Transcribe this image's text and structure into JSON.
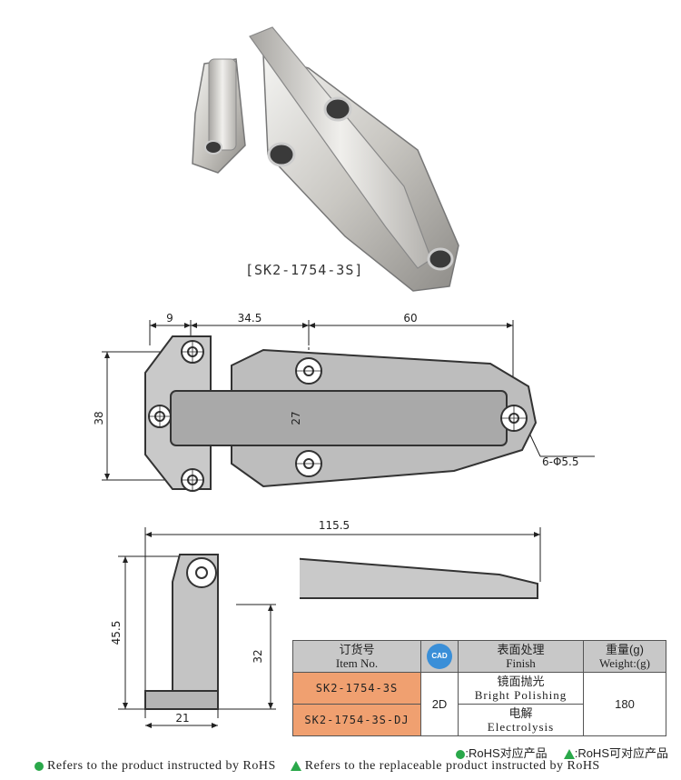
{
  "product_code": "[SK2-1754-3S]",
  "dimensions": {
    "d9": "9",
    "d34_5": "34.5",
    "d60": "60",
    "d38": "38",
    "d27": "27",
    "holes": "6-Φ5.5",
    "d115_5": "115.5",
    "d45_5": "45.5",
    "d32": "32",
    "d21": "21"
  },
  "table": {
    "headers": {
      "item_cn": "订货号",
      "item_en": "Item No.",
      "cad": "CAD",
      "finish_cn": "表面处理",
      "finish_en": "Finish",
      "weight_cn": "重量(g)",
      "weight_en": "Weight:(g)"
    },
    "rows": [
      {
        "item": "SK2-1754-3S",
        "finish_cn": "镜面抛光",
        "finish_en": "Bright Polishing"
      },
      {
        "item": "SK2-1754-3S-DJ",
        "finish_cn": "电解",
        "finish_en": "Electrolysis"
      }
    ],
    "cad_value": "2D",
    "weight": "180"
  },
  "rohs": {
    "a": ":RoHS对应产品",
    "b": ":RoHS可对应产品"
  },
  "footer": {
    "a": "Refers to the product instructed by RoHS",
    "b": "Refers to the replaceable product instructed by RoHS"
  },
  "colors": {
    "item_cell": "#f0a070",
    "header": "#c8c8c8",
    "rohs_green": "#2aa84a",
    "cad_blue": "#3a8fd8"
  }
}
